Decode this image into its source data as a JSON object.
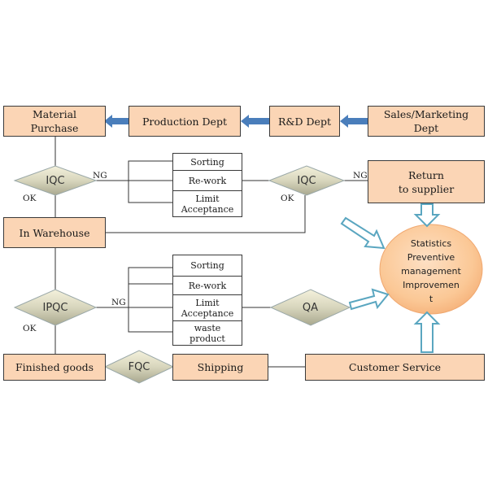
{
  "top_row": {
    "material_purchase": "Material\nPurchase",
    "production_dept": "Production Dept",
    "rd_dept": "R&D Dept",
    "sales_marketing": "Sales/Marketing\nDept"
  },
  "incoming": {
    "iqc_left": "IQC",
    "iqc_right": "IQC",
    "ng_left": "NG",
    "ng_right": "NG",
    "ok_left": "OK",
    "ok_right": "OK",
    "actions": [
      "Sorting",
      "Re-work",
      "Limit\nAcceptance"
    ],
    "return_to_supplier": "Return\nto supplier"
  },
  "warehouse": "In Warehouse",
  "process": {
    "ipqc": "IPQC",
    "ng": "NG",
    "ok": "OK",
    "actions": [
      "Sorting",
      "Re-work",
      "Limit\nAcceptance",
      "waste\nproduct"
    ],
    "qa": "QA"
  },
  "bottom_row": {
    "finished_goods": "Finished goods",
    "fqc": "FQC",
    "shipping": "Shipping",
    "customer_service": "Customer Service"
  },
  "hub": {
    "lines": [
      "Statistics",
      "Preventive",
      "management",
      "Improvemen",
      "t"
    ]
  },
  "colors": {
    "box_fill": "#fbd5b5",
    "arrow_blue": "#4a7ebb",
    "hollow_arrow": "#5aa6c0",
    "oval_fill": "#fbc89a"
  }
}
